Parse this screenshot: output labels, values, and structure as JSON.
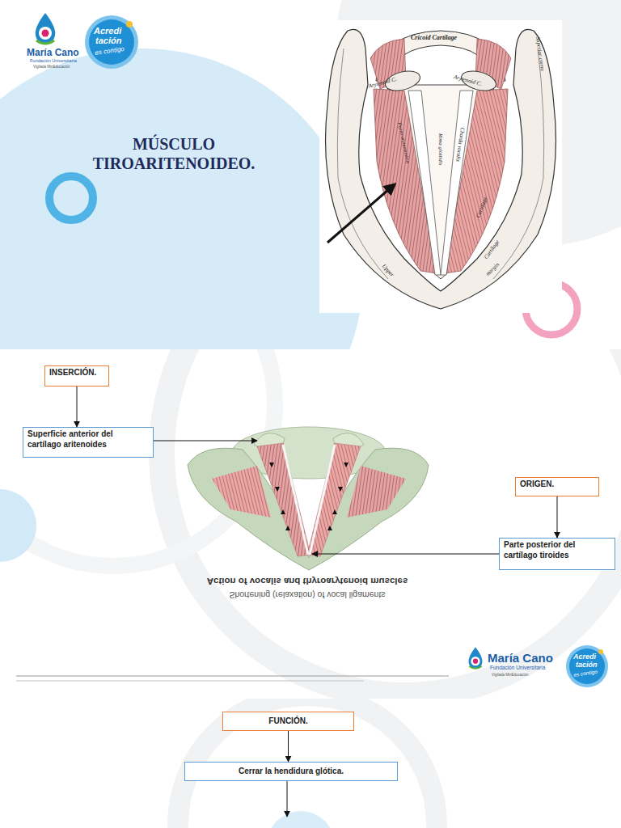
{
  "diagram": {
    "title": "MÚSCULO TIROARITENOIDEO.",
    "nodes": [
      {
        "text": [
          "INSERCIÓN."
        ]
      },
      {
        "text": [
          "Superficie anterior del cartílago aritenoides"
        ]
      },
      {
        "text": [
          "ORIGEN."
        ]
      },
      {
        "text": [
          "Parte posterior del cartílago tiroides"
        ]
      },
      {
        "text": [
          "FUNCIÓN."
        ]
      },
      {
        "text": [
          "Cerrar la hendidura glótica."
        ]
      }
    ],
    "edges": [
      {
        "from": 0,
        "to": 1,
        "arrow": "to"
      },
      {
        "from": 2,
        "to": 3,
        "arrow": "to"
      },
      {
        "from": 4,
        "to": 5,
        "arrow": "to"
      }
    ],
    "labels": [
      "María Cano",
      "Fundación Universitaria",
      "Vigilada MinEducación",
      "Acredi",
      "tación",
      "es contigo",
      "Cricoid Cartilage",
      "Arytenoid C.",
      "Arytenoid C.",
      "Thyreo-arytaenoideus",
      "Rima glottidis",
      "Chorda vocalis",
      "Superior cornu",
      "Cartilage",
      "Cartilage",
      "Upper",
      "margin",
      "Action of vocalis and thyroarytenoid muscles",
      "Shortening (relaxation) of vocal ligaments",
      "María Cano",
      "Fundación Universitaria",
      "Vigilada MinEducación",
      "Acredi",
      "tación",
      "es contigo"
    ]
  }
}
